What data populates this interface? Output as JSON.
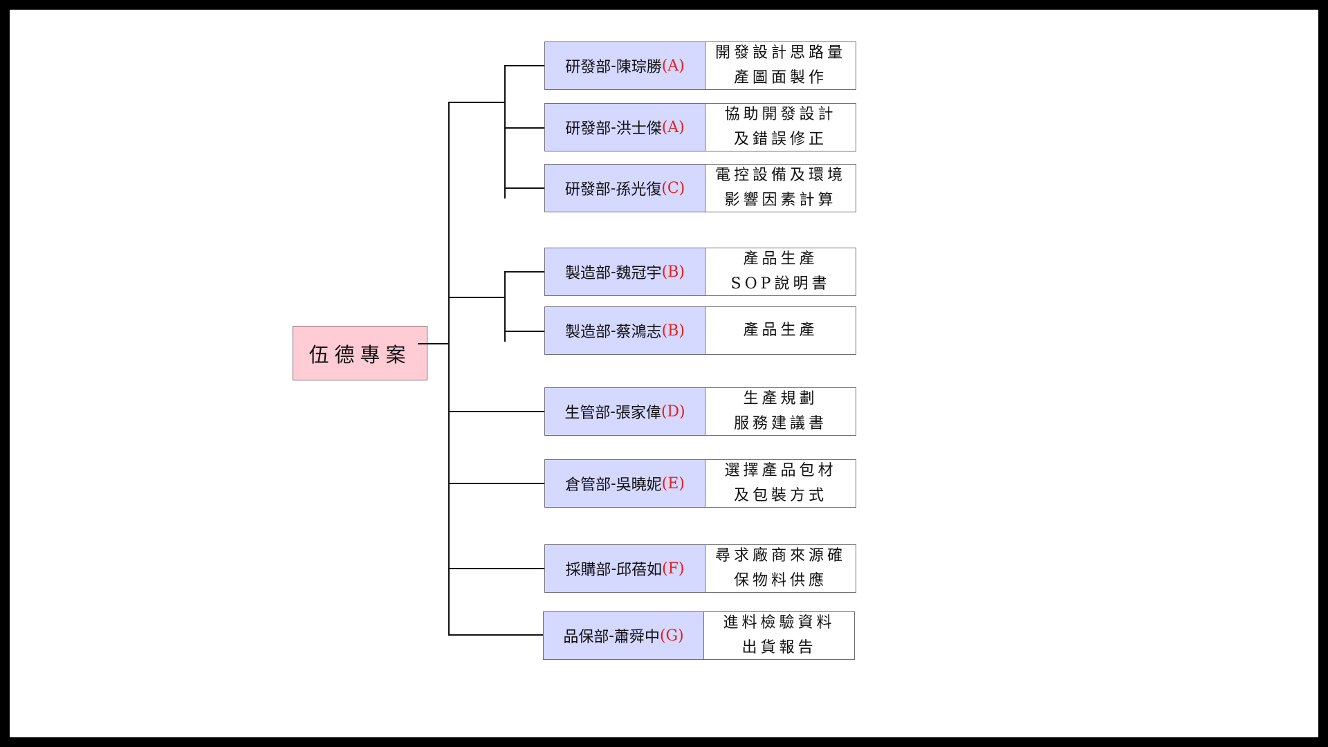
{
  "diagram": {
    "root": {
      "label": "伍德專案",
      "color": "#ffccd5"
    },
    "colors": {
      "member_bg": "#d5d8ff",
      "grade_text": "#e02020",
      "task_bg": "#ffffff"
    },
    "members": [
      {
        "dept": "研發部",
        "name": "陳琮勝",
        "grade": "(A)",
        "task_lines": [
          "開發設計思路量",
          "產圖面製作"
        ]
      },
      {
        "dept": "研發部",
        "name": "洪士傑",
        "grade": "(A)",
        "task_lines": [
          "協助開發設計",
          "及錯誤修正"
        ]
      },
      {
        "dept": "研發部",
        "name": "孫光復",
        "grade": "(C)",
        "task_lines": [
          "電控設備及環境",
          "影響因素計算"
        ]
      },
      {
        "dept": "製造部",
        "name": "魏冠宇",
        "grade": "(B)",
        "task_lines": [
          "產品生產",
          "SOP說明書"
        ]
      },
      {
        "dept": "製造部",
        "name": "蔡鴻志",
        "grade": "(B)",
        "task_lines": [
          "產品生產"
        ]
      },
      {
        "dept": "生管部",
        "name": "張家偉",
        "grade": "(D)",
        "task_lines": [
          "生產規劃",
          "服務建議書"
        ]
      },
      {
        "dept": "倉管部",
        "name": "吳曉妮",
        "grade": "(E)",
        "task_lines": [
          "選擇產品包材",
          "及包裝方式"
        ]
      },
      {
        "dept": "採購部",
        "name": "邱蓓如",
        "grade": "(F)",
        "task_lines": [
          "尋求廠商來源確",
          "保物料供應"
        ]
      },
      {
        "dept": "品保部",
        "name": "蕭舜中",
        "grade": "(G)",
        "task_lines": [
          "進料檢驗資料",
          "出貨報告"
        ]
      }
    ]
  }
}
